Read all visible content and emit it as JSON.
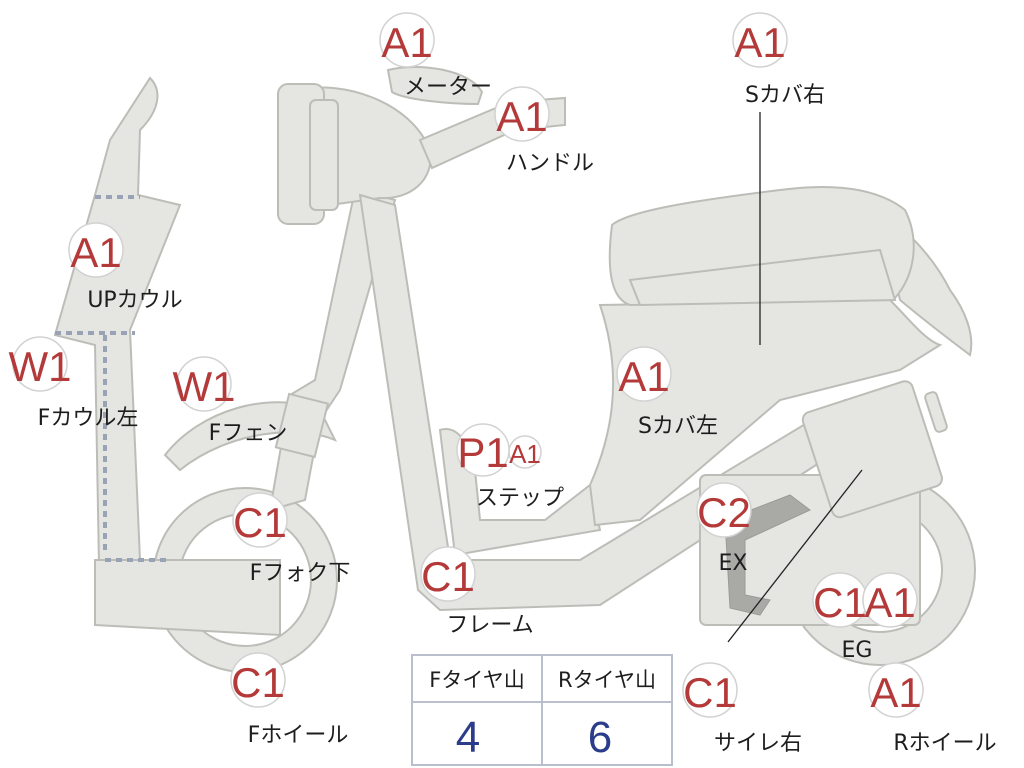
{
  "parts": [
    {
      "id": "meter",
      "grade": "A1",
      "name": "メーター"
    },
    {
      "id": "handle",
      "grade": "A1",
      "name": "ハンドル"
    },
    {
      "id": "side-cover-right",
      "grade": "A1",
      "name": "Sカバ右"
    },
    {
      "id": "upper-cowl",
      "grade": "A1",
      "name": "UPカウル"
    },
    {
      "id": "front-cowl-left",
      "grade": "W1",
      "name": "Fカウル左"
    },
    {
      "id": "front-fender",
      "grade": "W1",
      "name": "Fフェン"
    },
    {
      "id": "side-cover-left",
      "grade": "A1",
      "name": "Sカバ左"
    },
    {
      "id": "step",
      "grades": [
        "P1",
        "A1"
      ],
      "name": "ステップ"
    },
    {
      "id": "front-fork-lower",
      "grade": "C1",
      "name": "Fフォク下"
    },
    {
      "id": "frame",
      "grade": "C1",
      "name": "フレーム"
    },
    {
      "id": "exhaust",
      "grade": "C2",
      "name": "EX"
    },
    {
      "id": "engine",
      "grades": [
        "C1",
        "A1"
      ],
      "name": "EG"
    },
    {
      "id": "front-wheel",
      "grade": "C1",
      "name": "Fホイール"
    },
    {
      "id": "muffler-right",
      "grade": "C1",
      "name": "サイレ右"
    },
    {
      "id": "rear-wheel",
      "grade": "A1",
      "name": "Rホイール"
    }
  ],
  "tire_table": {
    "headers": [
      "Fタイヤ山",
      "Rタイヤ山"
    ],
    "values": [
      "4",
      "6"
    ]
  },
  "colors": {
    "grade": "#b43a3a",
    "part_fill": "#e5e5e2",
    "part_stroke": "#bdbdb8",
    "dashed_line": "#9aa3b5",
    "table_value": "#2a3c8a",
    "table_border": "#b9bfcc"
  }
}
